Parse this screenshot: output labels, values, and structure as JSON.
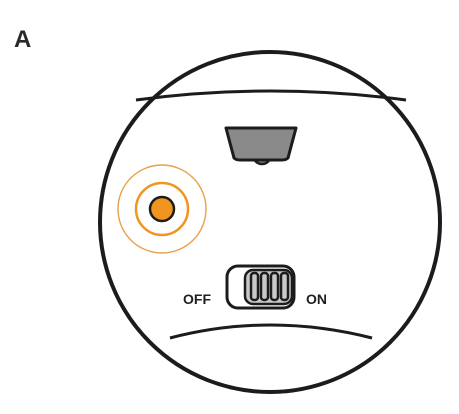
{
  "figure": {
    "panel_label": "A"
  },
  "switch": {
    "off_label": "OFF",
    "on_label": "ON",
    "state": "off"
  },
  "indicator": {
    "color": "#f0961e",
    "ring_color": "#e8a04a"
  },
  "colors": {
    "outline": "#1c1c1c",
    "device_fill": "#ffffff",
    "sensor_fill": "#8a8a8a",
    "switch_fill": "#c9c9c9"
  }
}
